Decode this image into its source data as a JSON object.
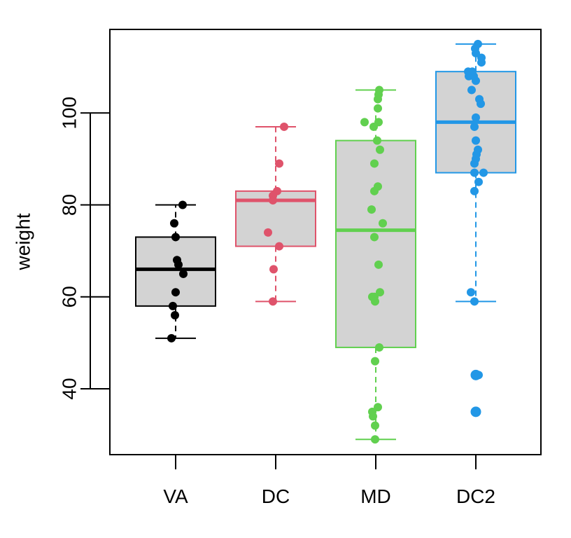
{
  "chart_data": {
    "type": "boxplot",
    "xlabel": "",
    "ylabel": "weight",
    "categories": [
      "VA",
      "DC",
      "MD",
      "DC2"
    ],
    "ylim": [
      25,
      118
    ],
    "yticks": [
      40,
      60,
      80,
      100
    ],
    "grid": false,
    "legend": "none",
    "colors": [
      "#000000",
      "#DF536B",
      "#61D04F",
      "#2297E6"
    ],
    "box_fill": "#D3D3D3",
    "boxes": [
      {
        "category": "VA",
        "whisker_low": 51,
        "q1": 58,
        "median": 66,
        "q3": 73,
        "whisker_high": 80,
        "outliers": []
      },
      {
        "category": "DC",
        "whisker_low": 59,
        "q1": 71,
        "median": 81,
        "q3": 83,
        "whisker_high": 97,
        "outliers": []
      },
      {
        "category": "MD",
        "whisker_low": 29,
        "q1": 49,
        "median": 74.5,
        "q3": 94,
        "whisker_high": 105,
        "outliers": []
      },
      {
        "category": "DC2",
        "whisker_low": 59,
        "q1": 87,
        "median": 98,
        "q3": 109,
        "whisker_high": 115,
        "outliers": [
          43,
          35
        ]
      }
    ],
    "points": [
      {
        "category": "VA",
        "values": [
          80,
          76,
          73,
          68,
          67,
          65,
          61,
          58,
          56,
          51
        ],
        "jitter": [
          0.1,
          -0.02,
          0.0,
          0.02,
          0.04,
          0.11,
          0.0,
          -0.04,
          -0.01,
          -0.06
        ]
      },
      {
        "category": "DC",
        "values": [
          97,
          89,
          83,
          82,
          81,
          74,
          71,
          66,
          59
        ],
        "jitter": [
          0.12,
          0.05,
          0.02,
          -0.04,
          -0.04,
          -0.11,
          0.05,
          -0.03,
          -0.04
        ]
      },
      {
        "category": "MD",
        "values": [
          105,
          104,
          103,
          101,
          98,
          98,
          97,
          94,
          92,
          89,
          84,
          83,
          79,
          76,
          73,
          67,
          61,
          60,
          60,
          59,
          49,
          46,
          36,
          35,
          34,
          32,
          29
        ],
        "jitter": [
          0.05,
          0.04,
          0.03,
          0.03,
          -0.16,
          0.04,
          -0.03,
          0.02,
          0.06,
          -0.02,
          0.03,
          -0.02,
          -0.06,
          0.1,
          -0.02,
          0.04,
          0.06,
          -0.05,
          -0.02,
          -0.01,
          0.05,
          -0.01,
          0.03,
          -0.05,
          -0.04,
          -0.01,
          -0.01
        ]
      },
      {
        "category": "DC2",
        "values": [
          115,
          114,
          113,
          112,
          111,
          109,
          109,
          108,
          108,
          107,
          105,
          103,
          102,
          99,
          97,
          94,
          92,
          91,
          90,
          89,
          87,
          87,
          85,
          83,
          61,
          59,
          43,
          43,
          35,
          35
        ],
        "jitter": [
          0.03,
          -0.01,
          0.0,
          0.08,
          0.08,
          -0.11,
          -0.05,
          -0.1,
          -0.03,
          0.0,
          -0.06,
          0.05,
          0.07,
          0.0,
          -0.02,
          0.0,
          0.03,
          0.01,
          0.0,
          -0.02,
          -0.02,
          0.11,
          0.04,
          -0.02,
          -0.07,
          -0.02,
          0.0,
          0.04,
          0.0,
          0.01
        ]
      }
    ]
  }
}
